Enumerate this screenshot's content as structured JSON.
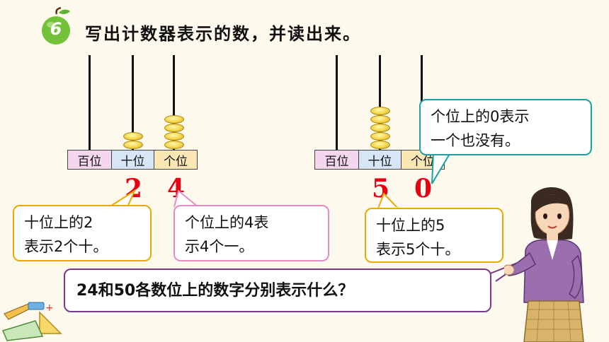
{
  "problem": {
    "number": "6",
    "text": "写出计数器表示的数，并读出来。"
  },
  "abacus_left": {
    "places": [
      "百位",
      "十位",
      "个位"
    ],
    "beads": {
      "hundreds": 0,
      "tens": 2,
      "ones": 4
    },
    "digits": [
      "2",
      "4"
    ]
  },
  "abacus_right": {
    "places": [
      "百位",
      "十位",
      "个位"
    ],
    "beads": {
      "hundreds": 0,
      "tens": 5,
      "ones": 0
    },
    "digits": [
      "5",
      "0"
    ]
  },
  "bubbles": {
    "left_tens": [
      "十位上的2",
      "表示2个十。"
    ],
    "left_ones": [
      "个位上的4表",
      "示4个一。"
    ],
    "right_tens": [
      "十位上的5",
      "表示5个十。"
    ],
    "right_ones": [
      "个位上的0表示",
      "一个也没有。"
    ]
  },
  "question": "24和50各数位上的数字分别表示什么？",
  "colors": {
    "digit": "#e60012",
    "bubble_yellow": "#e9a900",
    "bubble_pink": "#e58bc4",
    "bubble_teal": "#1aa2a6",
    "bubble_purple": "#7a3a86",
    "bead": "#f5d64a"
  }
}
